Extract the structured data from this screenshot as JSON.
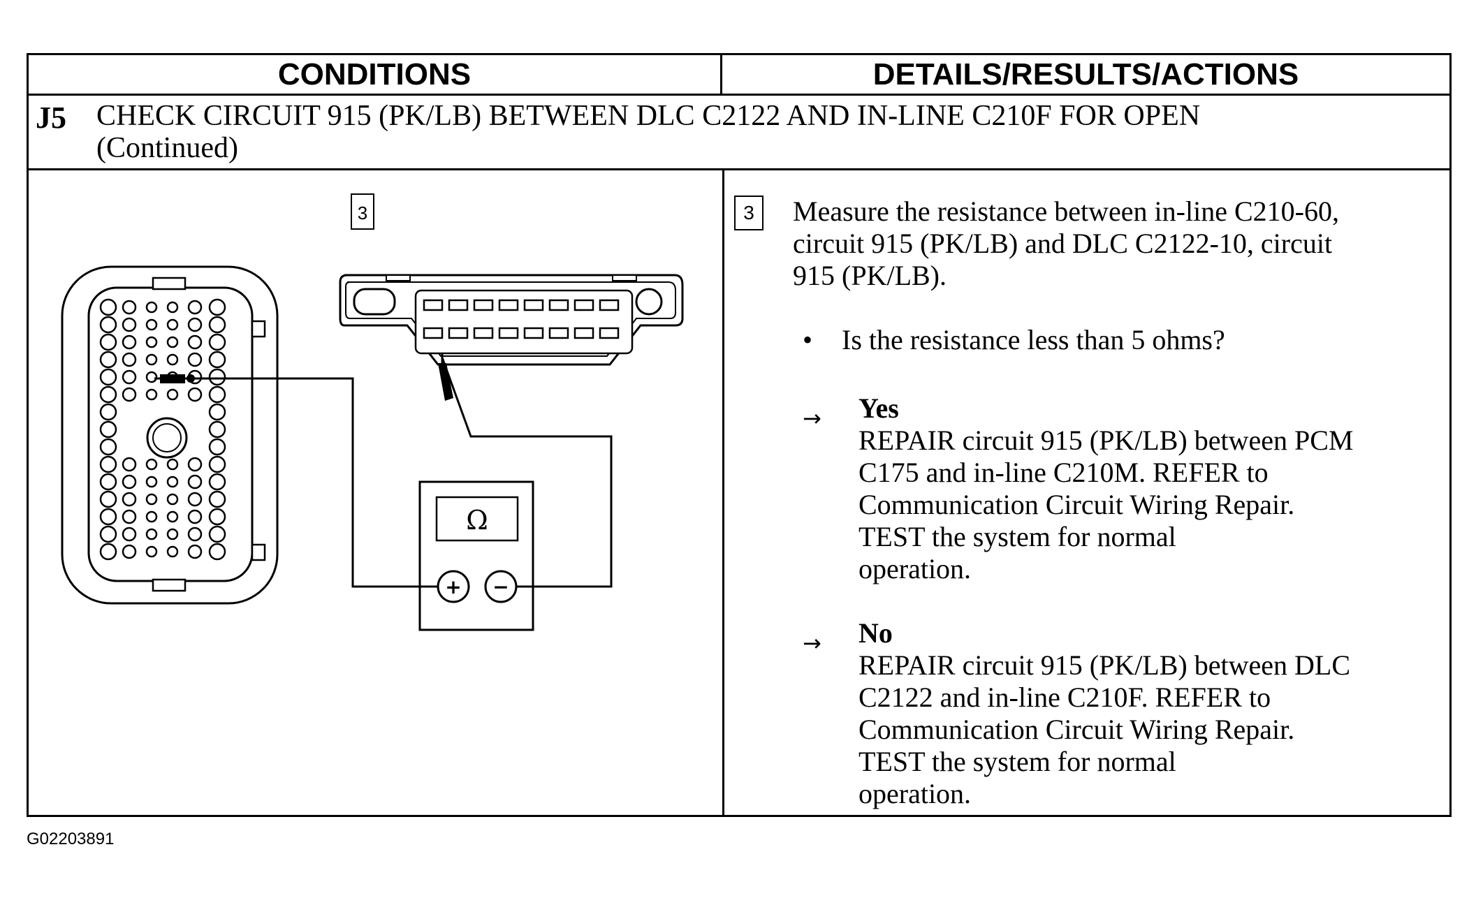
{
  "header": {
    "conditions": "CONDITIONS",
    "details": "DETAILS/RESULTS/ACTIONS"
  },
  "step": {
    "id": "J5",
    "title_line1": "CHECK CIRCUIT 915 (PK/LB) BETWEEN DLC C2122 AND IN-LINE C210F FOR OPEN",
    "title_line2": "(Continued)"
  },
  "diagram": {
    "step_number": "3",
    "meter_symbol": "Ω",
    "plus_symbol": "+",
    "minus_symbol": "−"
  },
  "details": {
    "step_number": "3",
    "instruction_lines": [
      "Measure the resistance between in-line C210-60,",
      "circuit 915 (PK/LB) and DLC C2122-10, circuit",
      "915 (PK/LB)."
    ],
    "bullet": "•",
    "question": "Is the resistance less than 5 ohms?",
    "arrow": "→",
    "yes": {
      "label": "Yes",
      "lines": [
        "REPAIR circuit 915 (PK/LB) between PCM",
        "C175 and in-line C210M. REFER to",
        "Communication Circuit Wiring Repair.",
        "TEST the system for normal",
        "operation."
      ]
    },
    "no": {
      "label": "No",
      "lines": [
        "REPAIR circuit 915 (PK/LB) between DLC",
        "C2122 and in-line C210F. REFER to",
        "Communication Circuit Wiring Repair.",
        "TEST the system for normal",
        "operation."
      ]
    }
  },
  "footer": {
    "code": "G02203891"
  }
}
